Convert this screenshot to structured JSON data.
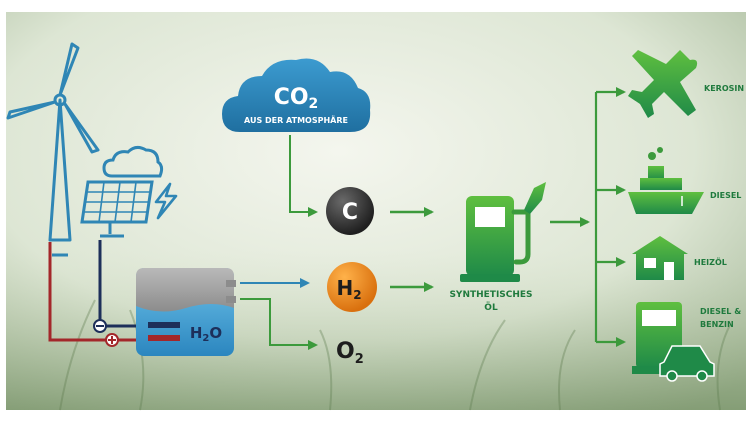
{
  "co2_cloud": {
    "formula": "CO",
    "subscript": "2",
    "caption": "AUS DER ATMOSPHÄRE"
  },
  "carbon": {
    "symbol": "C"
  },
  "hydrogen": {
    "symbol": "H",
    "subscript": "2"
  },
  "oxygen": {
    "symbol": "O",
    "subscript": "2"
  },
  "electrolyzer": {
    "formula": "H",
    "subscript": "2",
    "formula_end": "O"
  },
  "fuel": {
    "line1": "SYNTHETISCHES",
    "line2": "ÖL"
  },
  "outputs": {
    "kerosin": "KEROSIN",
    "diesel": "DIESEL",
    "heizoel": "HEIZÖL",
    "benzin_line1": "DIESEL &",
    "benzin_line2": "BENZIN"
  },
  "colors": {
    "blue": "#2f86b5",
    "green": "#3c9a3c",
    "dark_green": "#1f7a3d",
    "red": "#a3272a",
    "navy": "#1d2f5a",
    "orange": "#f08a1c"
  }
}
